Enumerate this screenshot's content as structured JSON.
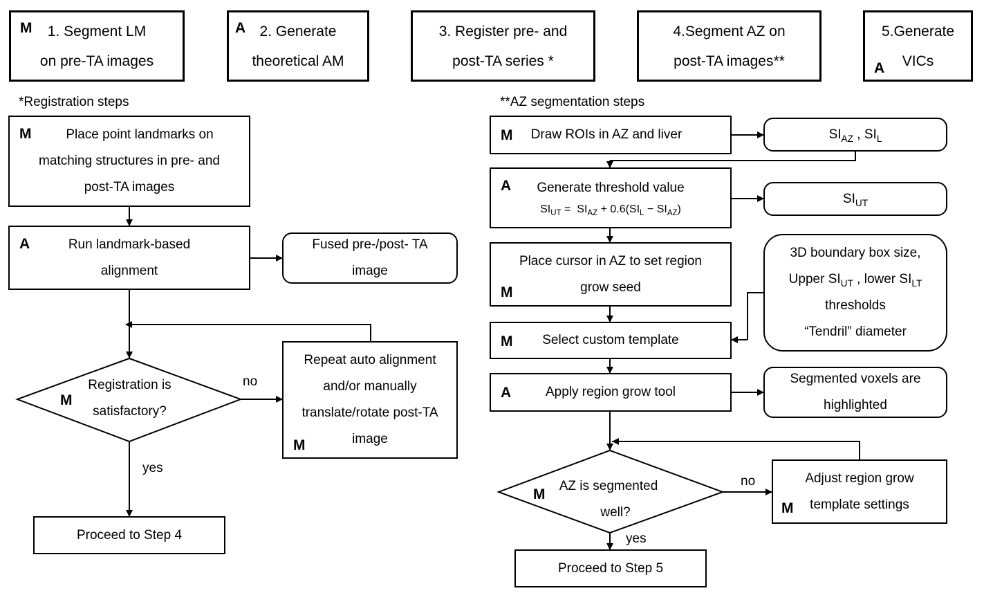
{
  "top_steps": [
    {
      "tag": "M",
      "line1": "1. Segment LM",
      "line2": "on pre-TA images"
    },
    {
      "tag": "A",
      "line1": "2. Generate",
      "line2": "theoretical  AM"
    },
    {
      "tag": "",
      "line1": "3. Register pre- and",
      "line2": "post-TA series *"
    },
    {
      "tag": "",
      "line1": "4.Segment  AZ on",
      "line2": "post-TA images**"
    },
    {
      "tag": "A",
      "line1": "5.Generate",
      "line2": "VICs"
    }
  ],
  "registration": {
    "heading": "*Registration steps",
    "place_landmarks": {
      "tag": "M",
      "lines": [
        "Place point landmarks on",
        "matching structures in pre- and",
        "post-TA images"
      ]
    },
    "run_alignment": {
      "tag": "A",
      "lines": [
        "Run landmark-based",
        "alignment"
      ]
    },
    "fused_output": {
      "lines": [
        "Fused pre-/post- TA",
        "image"
      ]
    },
    "decision": {
      "tag": "M",
      "lines": [
        "Registration is",
        "satisfactory?"
      ]
    },
    "repeat_alignment": {
      "tag": "M",
      "lines": [
        "Repeat auto alignment",
        "and/or manually",
        "translate/rotate post-TA",
        "image"
      ]
    },
    "no_label": "no",
    "yes_label": "yes",
    "proceed": "Proceed to Step 4"
  },
  "segmentation": {
    "heading": "**AZ segmentation steps",
    "draw_rois": {
      "tag": "M",
      "text": "Draw ROIs in AZ and liver"
    },
    "si_output": {
      "si": "SI",
      "sub1": "AZ",
      "sep": " , ",
      "sub2": "L"
    },
    "threshold": {
      "tag": "A",
      "text": "Generate threshold value",
      "formula": {
        "lhs": "SI",
        "lhs_sub": "UT",
        "eq": " =  SI",
        "az_sub": "AZ",
        "mid": " + 0.6(SI",
        "l_sub": "L",
        "minus": " − SI",
        "az2_sub": "AZ",
        "end": ")"
      }
    },
    "si_ut_output": {
      "si": "SI",
      "sub": "UT"
    },
    "place_cursor": {
      "tag": "M",
      "lines": [
        "Place cursor in AZ to set region",
        "grow seed"
      ]
    },
    "settings_box": {
      "line1": "3D boundary box size,",
      "line2_a": "Upper SI",
      "line2_sub1": "UT",
      "line2_b": " , lower SI",
      "line2_sub2": "LT",
      "line3": "thresholds",
      "line4": "“Tendril” diameter"
    },
    "select_template": {
      "tag": "M",
      "text": "Select custom template"
    },
    "apply_region_grow": {
      "tag": "A",
      "text": "Apply region grow tool"
    },
    "highlighted_output": {
      "lines": [
        "Segmented voxels are",
        "highlighted"
      ]
    },
    "decision": {
      "tag": "M",
      "lines": [
        "AZ is segmented",
        "well?"
      ]
    },
    "adjust": {
      "tag": "M",
      "lines": [
        "Adjust region grow",
        "template settings"
      ]
    },
    "no_label": "no",
    "yes_label": "yes",
    "proceed": "Proceed to Step 5"
  }
}
